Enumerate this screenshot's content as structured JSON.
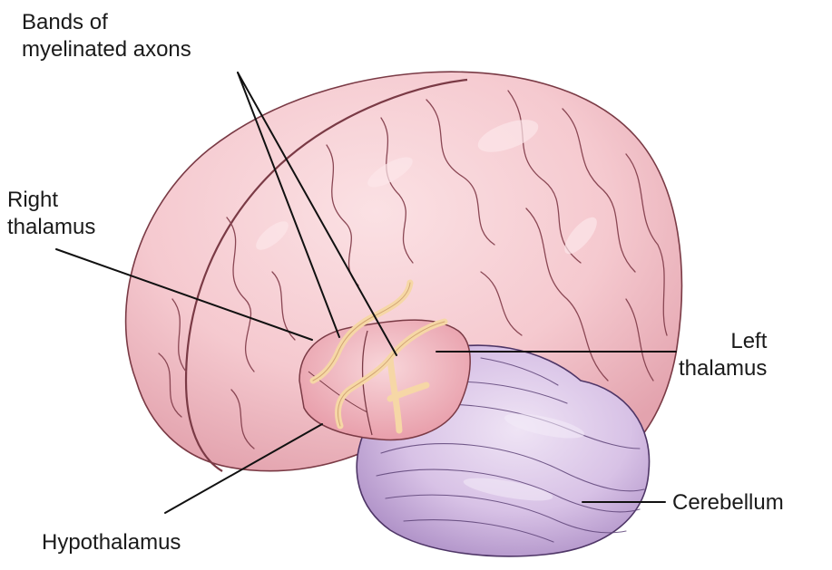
{
  "labels": {
    "bands": {
      "line1": "Bands of",
      "line2": "myelinated axons"
    },
    "right_thalamus": {
      "line1": "Right",
      "line2": "thalamus"
    },
    "left_thalamus": {
      "line1": "Left",
      "line2": "thalamus"
    },
    "cerebellum": "Cerebellum",
    "hypothalamus": "Hypothalamus"
  },
  "colors": {
    "cerebrum_fill": "#f5c9cf",
    "cerebrum_shade": "#e8a7b2",
    "sulcus_line": "#7a3a45",
    "thalamus_fill": "#f2b7bf",
    "myelin_band": "#f6d7a6",
    "cerebellum_fill": "#d8c2e6",
    "cerebellum_shade": "#b397cc",
    "leader_line": "#111111"
  }
}
